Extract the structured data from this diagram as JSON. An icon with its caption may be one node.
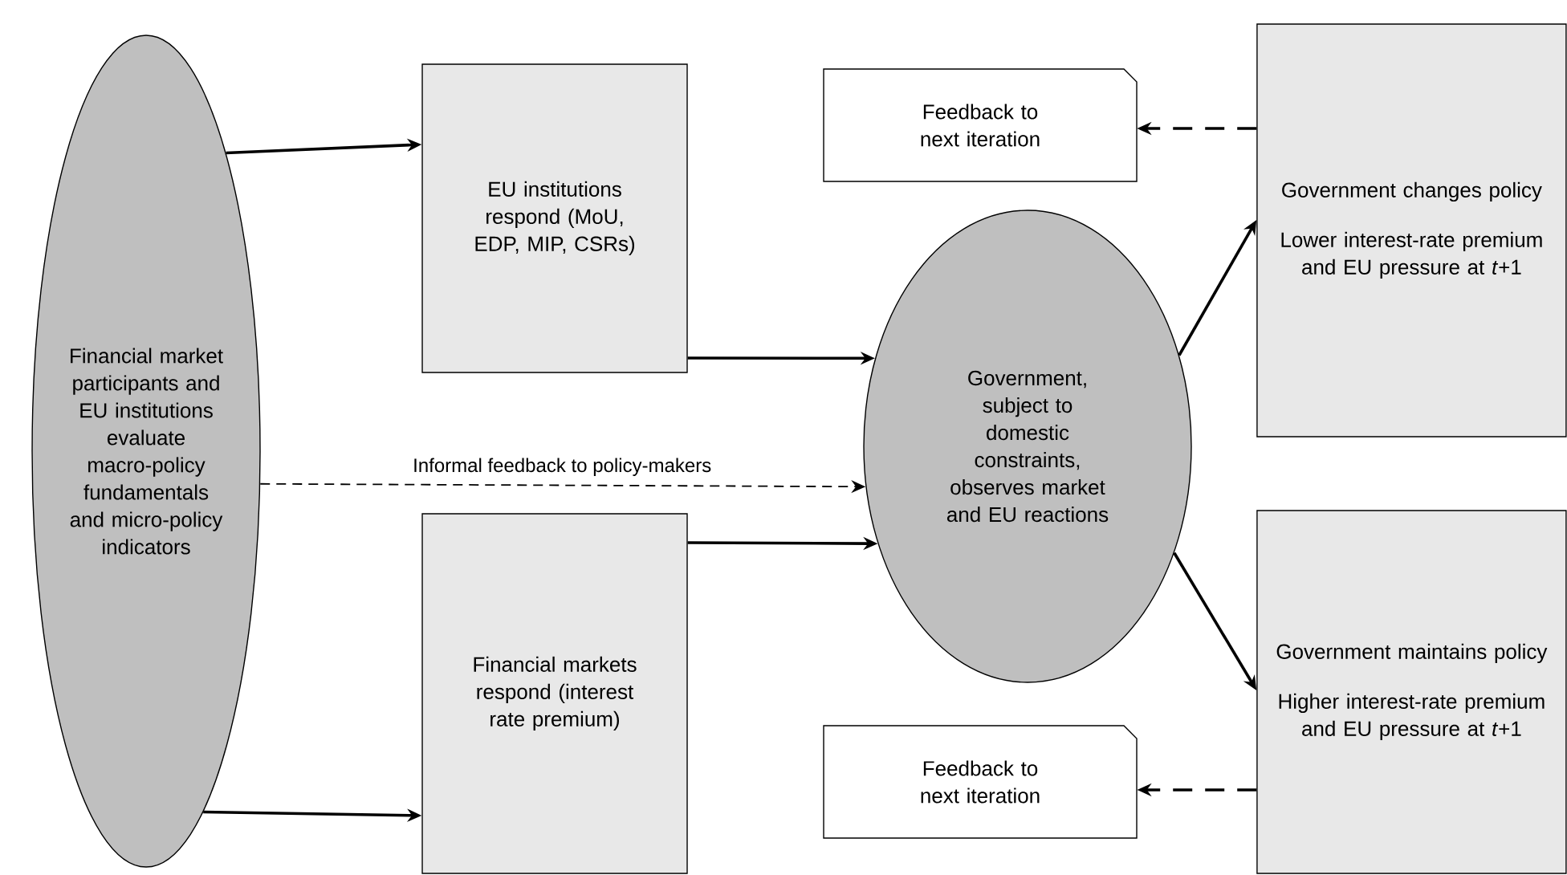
{
  "diagram": {
    "nodes": [
      {
        "text": [
          "Financial market participants and EU institutions evaluate macro-policy fundamentals and micro-policy indicators"
        ]
      },
      {
        "text": [
          "EU institutions respond (MoU, EDP, MIP, CSRs)"
        ]
      },
      {
        "text": [
          "Financial markets respond (interest rate premium)"
        ]
      },
      {
        "text": [
          "Government, subject to domestic constraints, observes market and EU reactions"
        ]
      },
      {
        "text": [
          "Feedback to next iteration"
        ]
      },
      {
        "text": [
          "Government changes policy",
          "Lower interest-rate premium and EU pressure at *t*+1"
        ]
      },
      {
        "text": [
          "Government maintains policy",
          "Higher interest-rate premium and EU pressure at *t*+1"
        ]
      },
      {
        "text": [
          "Feedback to next iteration"
        ]
      }
    ],
    "edges": [
      {
        "from": 0,
        "to": 1,
        "arrow": "to"
      },
      {
        "from": 0,
        "to": 2,
        "arrow": "to"
      },
      {
        "from": 1,
        "to": 3,
        "arrow": "to"
      },
      {
        "from": 0,
        "to": 3,
        "arrow": "to",
        "style": "dashed",
        "label": "Informal feedback to policy-makers"
      },
      {
        "from": 2,
        "to": 3,
        "arrow": "to"
      },
      {
        "from": 3,
        "to": 5,
        "arrow": "to"
      },
      {
        "from": 3,
        "to": 6,
        "arrow": "to"
      },
      {
        "from": 5,
        "to": 4,
        "arrow": "to",
        "style": "dashed"
      },
      {
        "from": 6,
        "to": 7,
        "arrow": "to",
        "style": "dashed"
      }
    ]
  }
}
